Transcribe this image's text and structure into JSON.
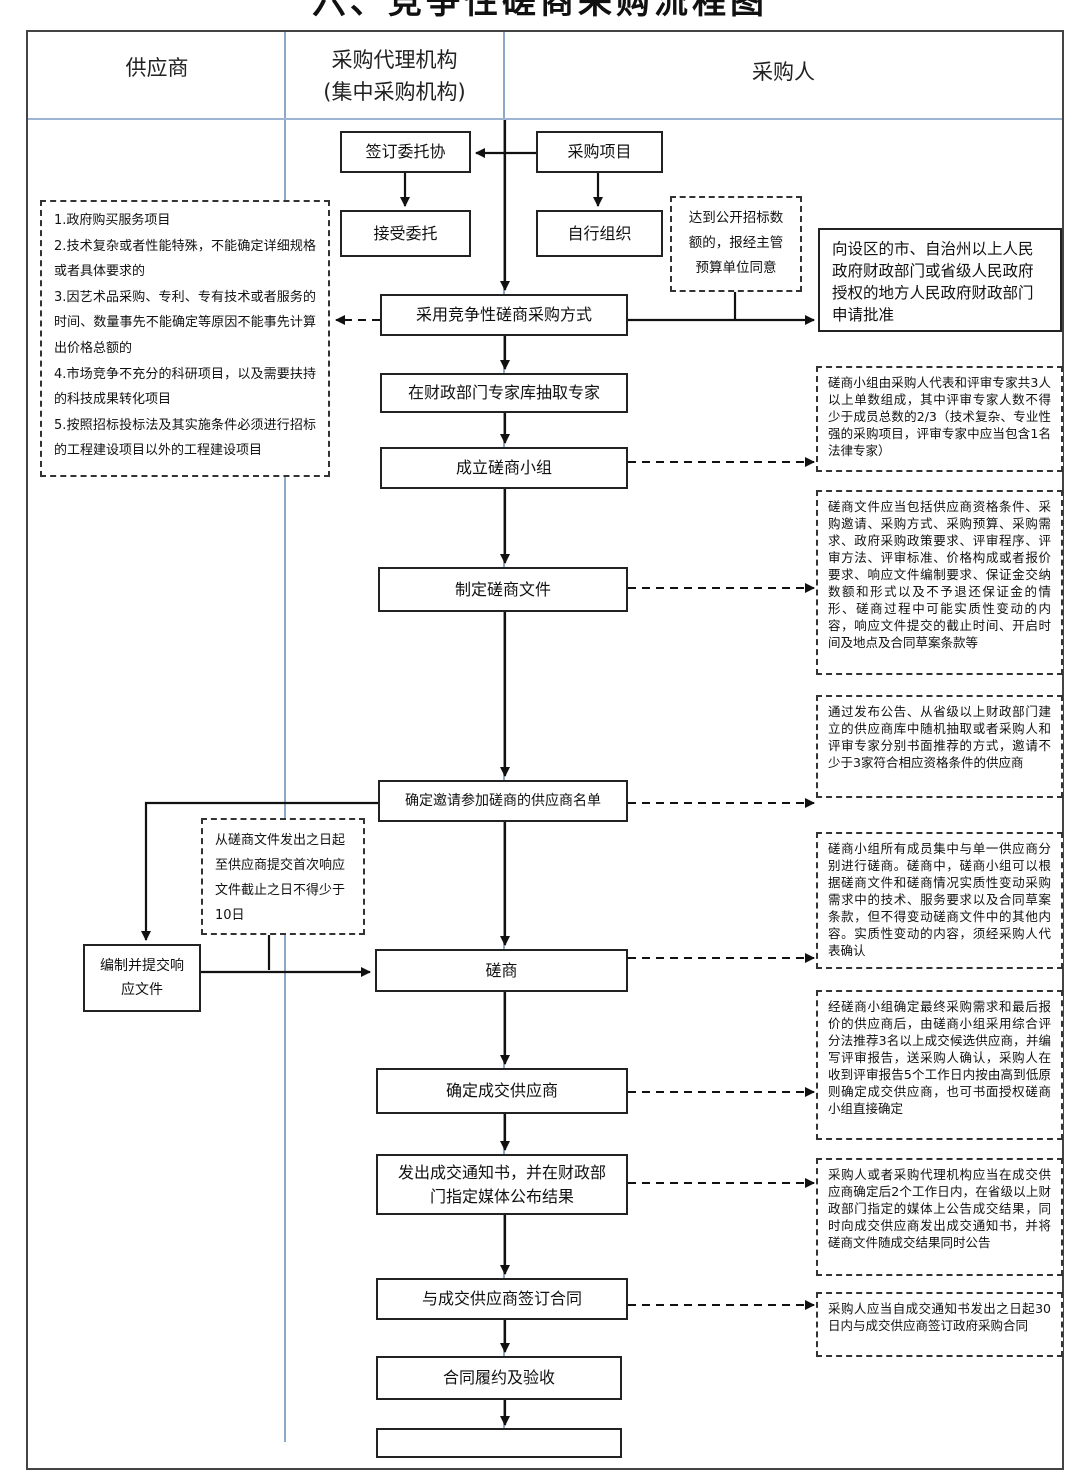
{
  "title": "六、竞争性磋商采购流程图",
  "lanes": {
    "supplier": "供应商",
    "agency_line1": "采购代理机构",
    "agency_line2": "(集中采购机构)",
    "purchaser": "采购人"
  },
  "steps": {
    "sign_agreement": "签订委托协",
    "project": "采购项目",
    "accept": "接受委托",
    "self_org": "自行组织",
    "adopt": "采用竞争性磋商采购方式",
    "experts": "在财政部门专家库抽取专家",
    "panel": "成立磋商小组",
    "documents": "制定磋商文件",
    "invite_list": "确定邀请参加磋商的供应商名单",
    "prepare_response": "编制并提交响应文件",
    "negotiate": "磋商",
    "winner": "确定成交供应商",
    "notice": "发出成交通知书，并在财政部门指定媒体公布结果",
    "contract": "与成交供应商签订合同",
    "acceptance": "合同履约及验收"
  },
  "notes": {
    "conditions": [
      "1.政府购买服务项目",
      "2.技术复杂或者性能特殊，不能确定详细规格或者具体要求的",
      "3.因艺术品采购、专利、专有技术或者服务的时间、数量事先不能确定等原因不能事先计算出价格总额的",
      "4.市场竞争不充分的科研项目，以及需要扶持的科技成果转化项目",
      "5.按照招标投标法及其实施条件必须进行招标的工程建设项目以外的工程建设项目"
    ],
    "threshold": "达到公开招标数额的，报经主管预算单位同意",
    "approval": "向设区的市、自治州以上人民政府财政部门或省级人民政府授权的地方人民政府财政部门申请批准",
    "panel_rule": "磋商小组由采购人代表和评审专家共3人以上单数组成，其中评审专家人数不得少于成员总数的2/3（技术复杂、专业性强的采购项目，评审专家中应当包含1名法律专家）",
    "doc_content": "磋商文件应当包括供应商资格条件、采购邀请、采购方式、采购预算、采购需求、政府采购政策要求、评审程序、评审方法、评审标准、价格构成或者报价要求、响应文件编制要求、保证金交纳数额和形式以及不予退还保证金的情形、磋商过程中可能实质性变动的内容，响应文件提交的截止时间、开启时间及地点及合同草案条款等",
    "invite_method": "通过发布公告、从省级以上财政部门建立的供应商库中随机抽取或者采购人和评审专家分别书面推荐的方式，邀请不少于3家符合相应资格条件的供应商",
    "time_limit": "从磋商文件发出之日起至供应商提交首次响应文件截止之日不得少于10日",
    "negotiation_rule": "磋商小组所有成员集中与单一供应商分别进行磋商。磋商中，磋商小组可以根据磋商文件和磋商情况实质性变动采购需求中的技术、服务要求以及合同草案条款，但不得变动磋商文件中的其他内容。实质性变动的内容，须经采购人代表确认",
    "winner_rule": "经磋商小组确定最终采购需求和最后报价的供应商后，由磋商小组采用综合评分法推荐3名以上成交候选供应商，并编写评审报告，送采购人确认，采购人在收到评审报告5个工作日内按由高到低原则确定成交供应商，也可书面授权磋商小组直接确定",
    "notice_rule": "采购人或者采购代理机构应当在成交供应商确定后2个工作日内，在省级以上财政部门指定的媒体上公告成交结果，同时向成交供应商发出成交通知书，并将磋商文件随成交结果同时公告",
    "contract_rule": "采购人应当自成交通知书发出之日起30日内与成交供应商签订政府采购合同"
  }
}
